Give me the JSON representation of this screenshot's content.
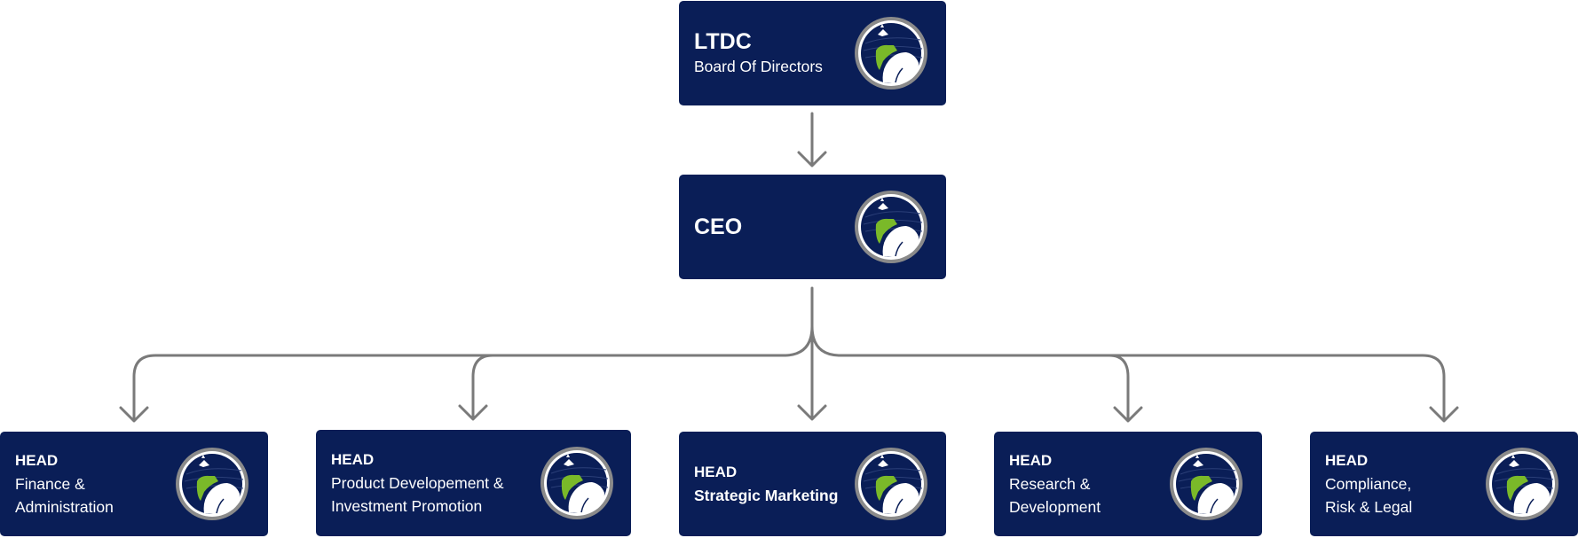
{
  "colors": {
    "box_bg": "#0a1e57",
    "connector": "#7a7a7a",
    "logo_green": "#7ab929",
    "logo_ring": "#8a8a8a"
  },
  "nodes": {
    "board": {
      "title": "LTDC",
      "subtitle": "Board Of Directors"
    },
    "ceo": {
      "title": "CEO"
    },
    "heads": [
      {
        "title": "HEAD",
        "line1": "Finance &",
        "line2": "Administration"
      },
      {
        "title": "HEAD",
        "line1": "Product Developement &",
        "line2": "Investment Promotion"
      },
      {
        "title": "HEAD",
        "line1": "Strategic Marketing",
        "line2": ""
      },
      {
        "title": "HEAD",
        "line1": "Research &",
        "line2": "Development"
      },
      {
        "title": "HEAD",
        "line1": "Compliance,",
        "line2": "Risk & Legal"
      }
    ]
  },
  "icons": {
    "logo": "ltdc-horse-emblem-icon"
  }
}
